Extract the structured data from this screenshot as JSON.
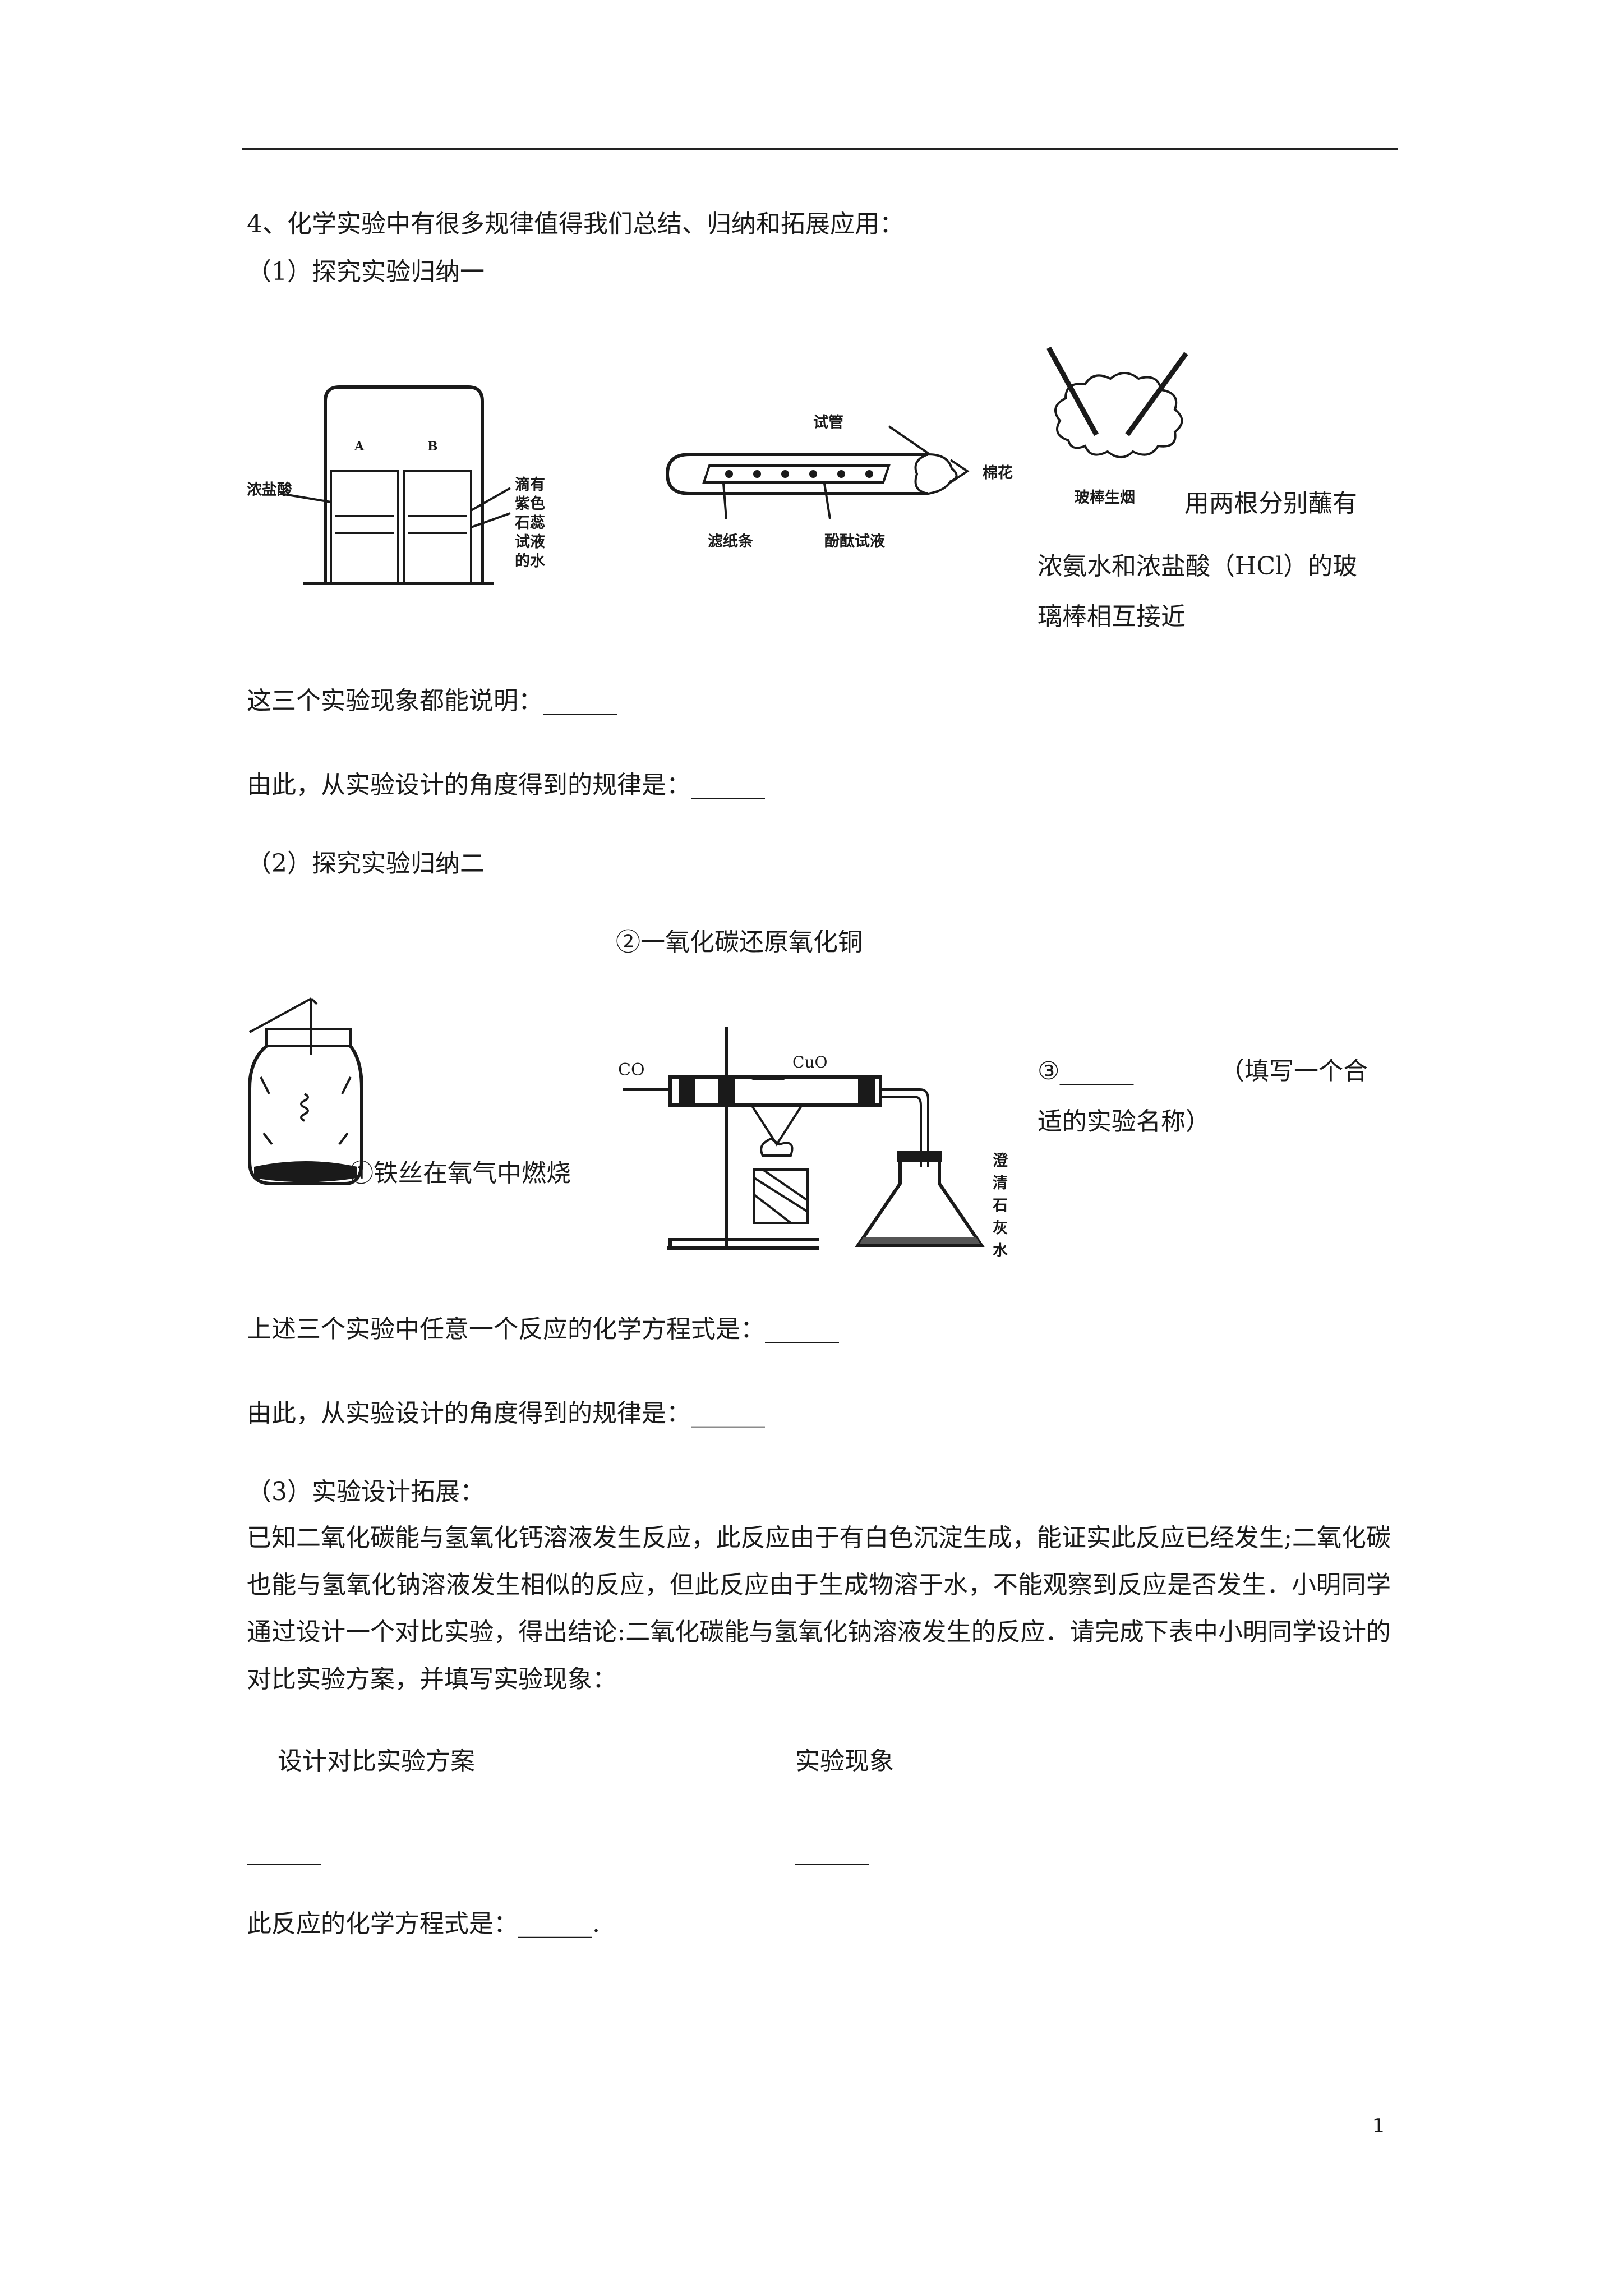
{
  "question": {
    "intro": "4、化学实验中有很多规律值得我们总结、归纳和拓展应用：",
    "part1_heading": "（1）探究实验归纳一",
    "fig1": {
      "label_a": "A",
      "label_b": "B",
      "label_left": "浓盐酸",
      "label_right": "滴有紫色石蕊试液的水"
    },
    "fig2": {
      "label_tube": "试管",
      "label_cotton": "棉花",
      "label_paper": "滤纸条",
      "label_indicator": "酚酞试液"
    },
    "fig3": {
      "label_smoke": "玻棒生烟",
      "caption_line1": "用两根分别蘸有",
      "caption_line2": "浓氨水和浓盐酸（HCl）的玻",
      "caption_line3": "璃棒相互接近"
    },
    "q1_conclusion": "这三个实验现象都能说明：",
    "q1_rule": "由此，从实验设计的角度得到的规律是：",
    "part2_heading": "（2）探究实验归纳二",
    "exp2_title": "②一氧化碳还原氧化铜",
    "exp1_caption": "①铁丝在氧气中燃烧",
    "exp2_labels": {
      "co": "CO",
      "cuo": "CuO",
      "limewater": "澄清石灰水"
    },
    "exp3_prefix": "③",
    "exp3_hint_line1": "（填写一个合",
    "exp3_hint_line2": "适的实验名称）",
    "q2_equation": "上述三个实验中任意一个反应的化学方程式是：",
    "q2_rule": "由此，从实验设计的角度得到的规律是：",
    "part3_heading": "（3）实验设计拓展：",
    "part3_paragraph": "已知二氧化碳能与氢氧化钙溶液发生反应，此反应由于有白色沉淀生成，能证实此反应已经发生;二氧化碳也能与氢氧化钠溶液发生相似的反应，但此反应由于生成物溶于水，不能观察到反应是否发生．小明同学通过设计一个对比实验，得出结论:二氧化碳能与氢氧化钠溶液发生的反应．请完成下表中小明同学设计的对比实验方案，并填写实验现象：",
    "table": {
      "col1_header": "设计对比实验方案",
      "col2_header": "实验现象"
    },
    "q3_equation_prefix": "此反应的化学方程式是：",
    "q3_equation_suffix": "."
  },
  "blank": "______",
  "page_number": "1"
}
